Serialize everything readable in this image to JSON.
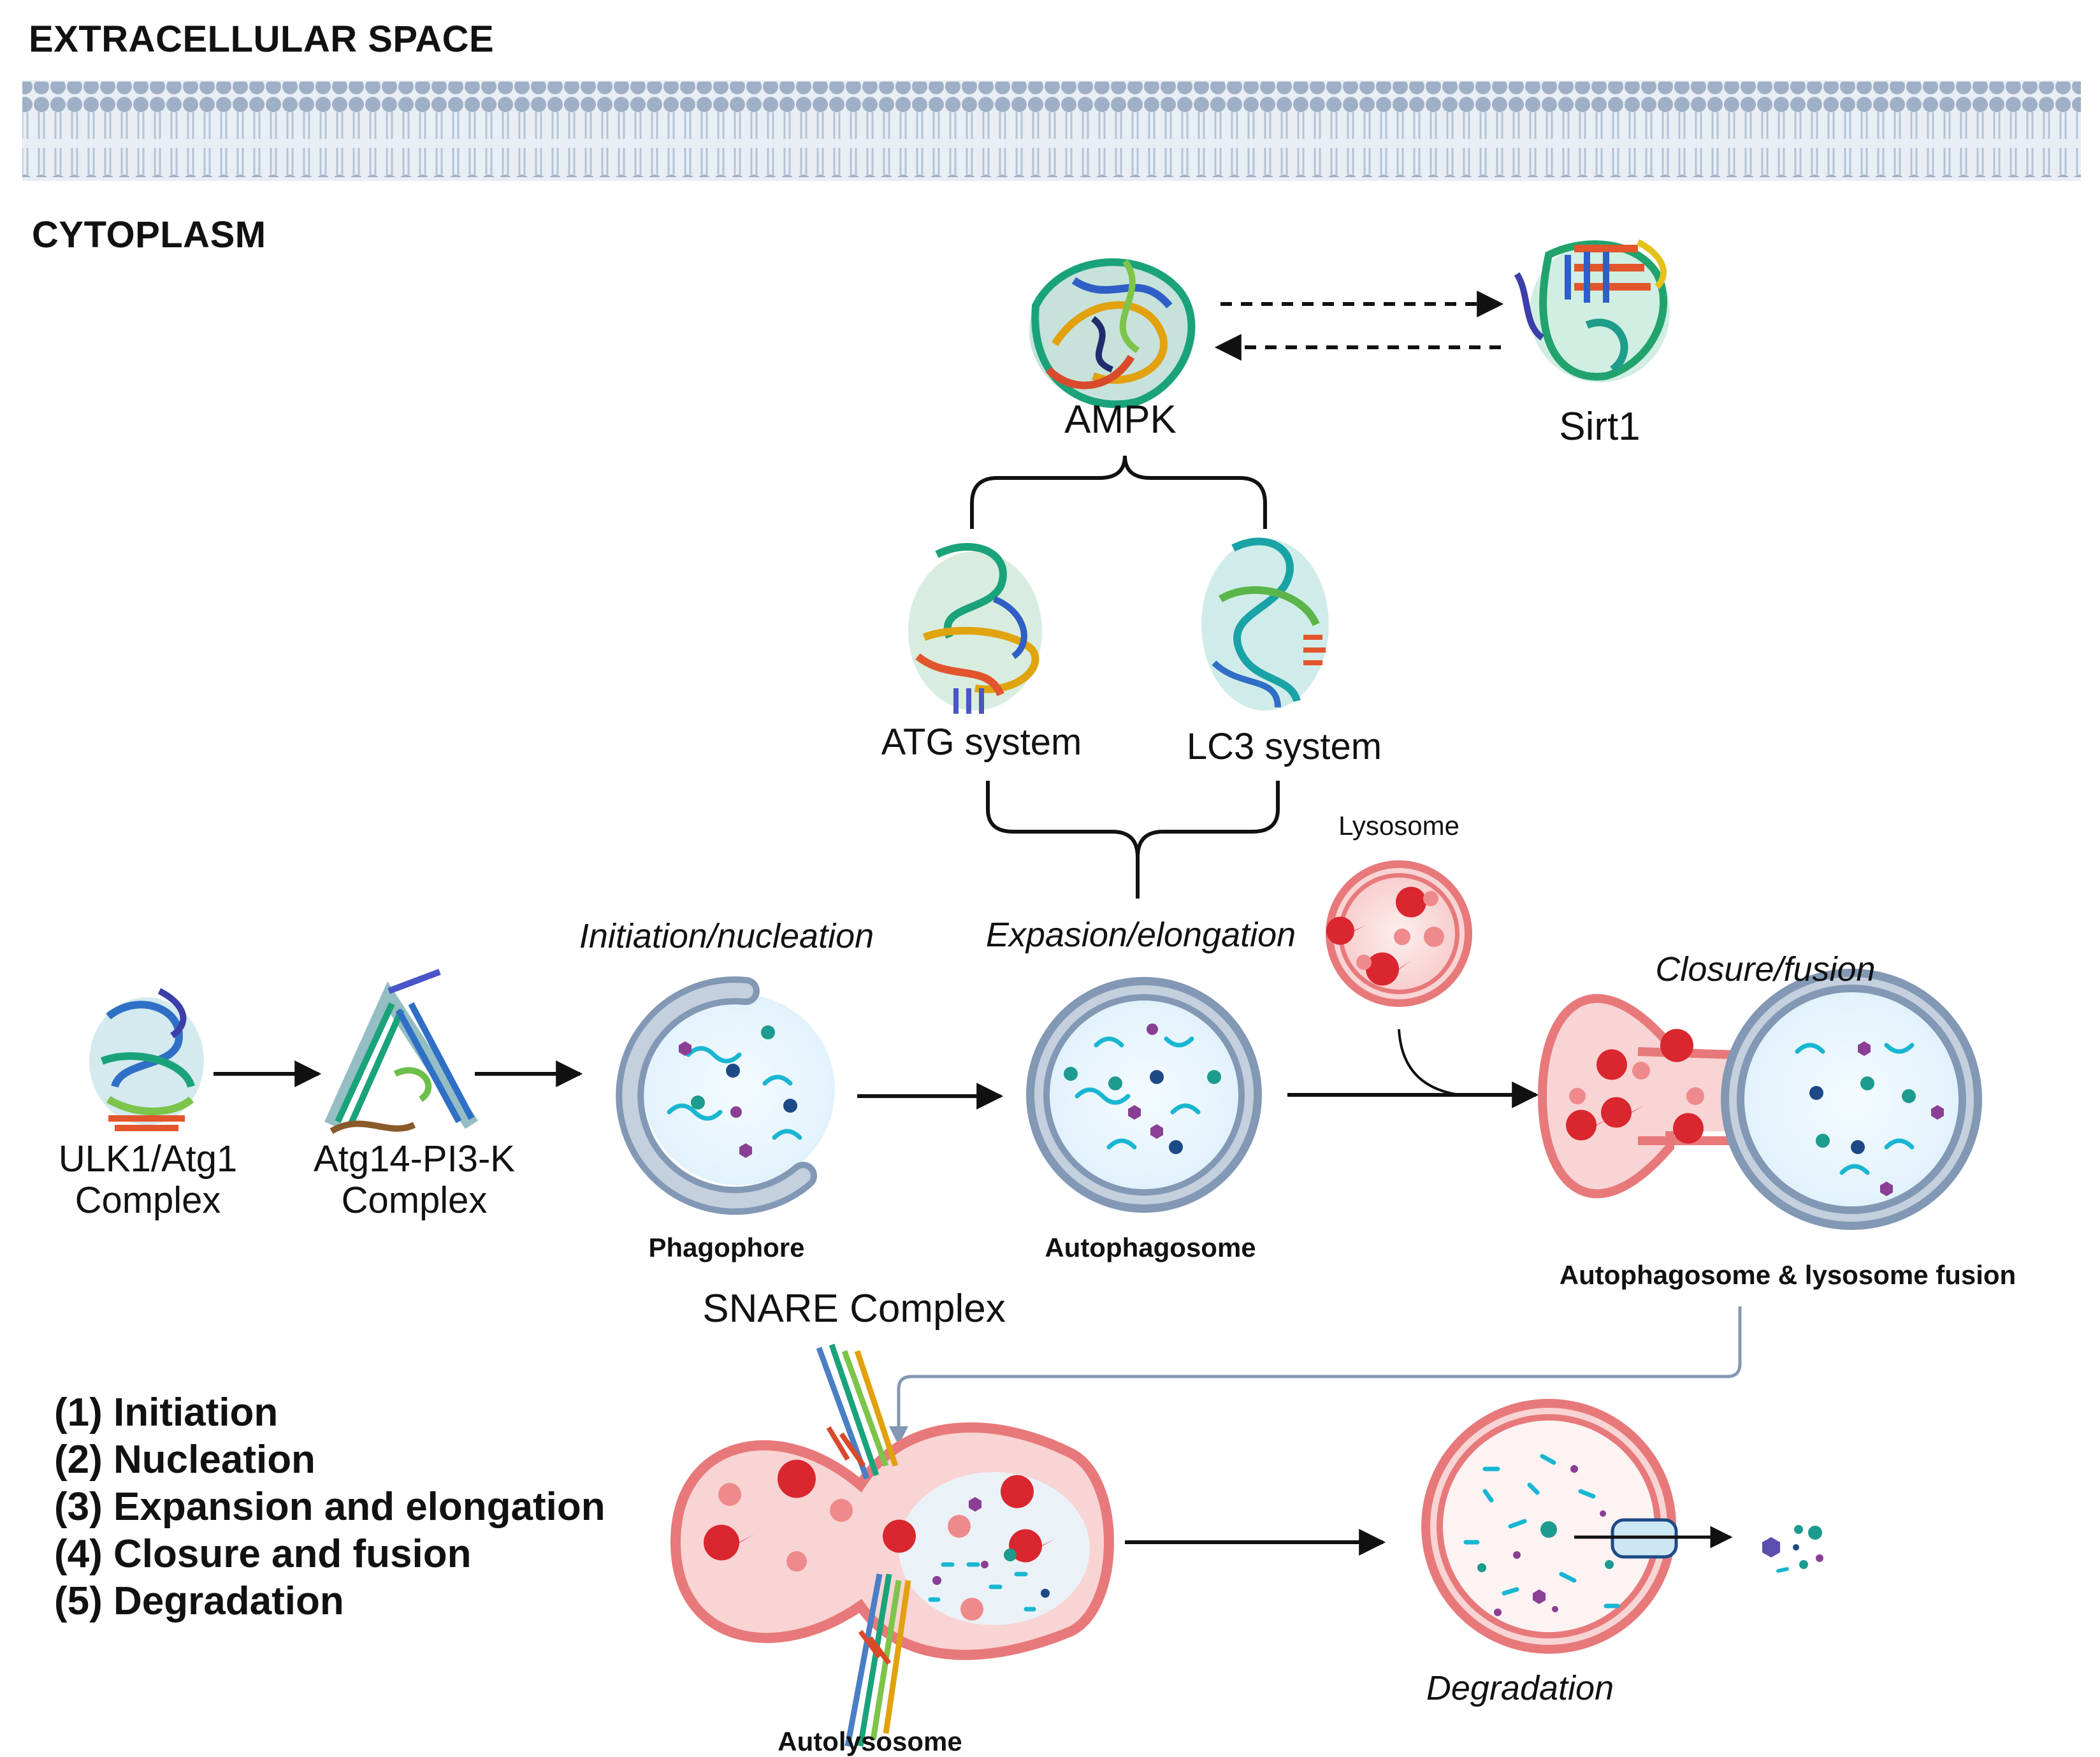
{
  "compartments": {
    "extracellular": "EXTRACELLULAR SPACE",
    "cytoplasm": "CYTOPLASM"
  },
  "proteins": {
    "ampk": "AMPK",
    "sirt1": "Sirt1",
    "atg_system": "ATG system",
    "lc3_system": "LC3 system",
    "ulk1_line1": "ULK1/Atg1",
    "ulk1_line2": "Complex",
    "atg14_line1": "Atg14-PI3-K",
    "atg14_line2": "Complex",
    "snare": "SNARE Complex"
  },
  "stages": {
    "initiation": "Initiation/nucleation",
    "expansion": "Expasion/elongation",
    "closure": "Closure/fusion",
    "degradation": "Degradation"
  },
  "structures": {
    "phagophore": "Phagophore",
    "autophagosome": "Autophagosome",
    "lysosome": "Lysosome",
    "fusion": "Autophagosome & lysosome fusion",
    "autolysosome": "Autolysosome"
  },
  "legend": [
    "(1) Initiation",
    "(2) Nucleation",
    "(3) Expansion and elongation",
    "(4) Closure and fusion",
    "(5) Degradation"
  ],
  "colors": {
    "membrane": "#9fb0c6",
    "membrane_dark": "#8298b4",
    "lysosome_fill": "#f9d4d4",
    "lysosome_edge": "#e8797b",
    "enzyme": "#d9262f",
    "enzyme_light": "#ee8a8c",
    "cargo_cyan": "#19b6d2",
    "cargo_teal": "#1c9b8e",
    "cargo_navy": "#1d4a86",
    "cargo_purple": "#8a3f95"
  }
}
